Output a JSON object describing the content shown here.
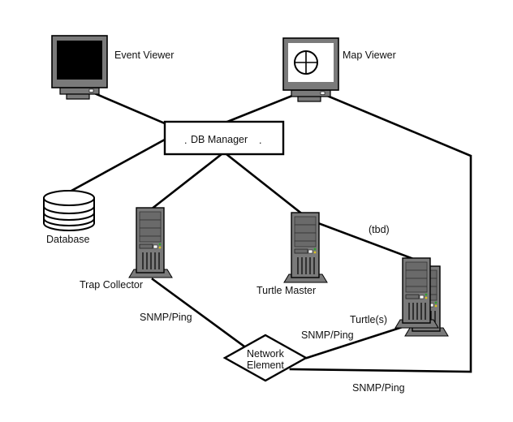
{
  "diagram": {
    "nodes": {
      "event_viewer": {
        "label": "Event Viewer",
        "icon": "monitor-icon",
        "screen": "dark"
      },
      "map_viewer": {
        "label": "Map Viewer",
        "icon": "monitor-icon",
        "screen": "crosshair-map"
      },
      "db_manager": {
        "label": "DB Manager",
        "left_dot": ".",
        "right_dot": ".",
        "shape": "rectangle"
      },
      "database": {
        "label": "Database",
        "icon": "database-icon"
      },
      "trap_collector": {
        "label": "Trap Collector",
        "icon": "server-tower-icon"
      },
      "turtle_master": {
        "label": "Turtle Master",
        "icon": "server-tower-icon"
      },
      "turtles": {
        "label": "Turtle(s)",
        "icon": "server-stack-icon"
      },
      "network_element": {
        "label_line1": "Network",
        "label_line2": "Element",
        "shape": "diamond"
      }
    },
    "edges": [
      {
        "from": "event_viewer",
        "to": "db_manager",
        "label": ""
      },
      {
        "from": "map_viewer",
        "to": "db_manager",
        "label": ""
      },
      {
        "from": "db_manager",
        "to": "database",
        "label": ""
      },
      {
        "from": "db_manager",
        "to": "trap_collector",
        "label": ""
      },
      {
        "from": "db_manager",
        "to": "turtle_master",
        "label": ""
      },
      {
        "from": "turtle_master",
        "to": "turtles",
        "label": "(tbd)"
      },
      {
        "from": "trap_collector",
        "to": "network_element",
        "label": "SNMP/Ping"
      },
      {
        "from": "network_element",
        "to": "turtles",
        "label": "SNMP/Ping"
      },
      {
        "from": "map_viewer",
        "to": "network_element",
        "label": "SNMP/Ping"
      }
    ],
    "colors": {
      "line": "#000000",
      "device_body": "#7a7a7a",
      "device_dark": "#5a5a5a",
      "screen_dark": "#000000",
      "screen_light": "#ffffff",
      "led_green": "#2e9e2e",
      "led_yellow": "#d8c020",
      "background": "#ffffff"
    }
  }
}
